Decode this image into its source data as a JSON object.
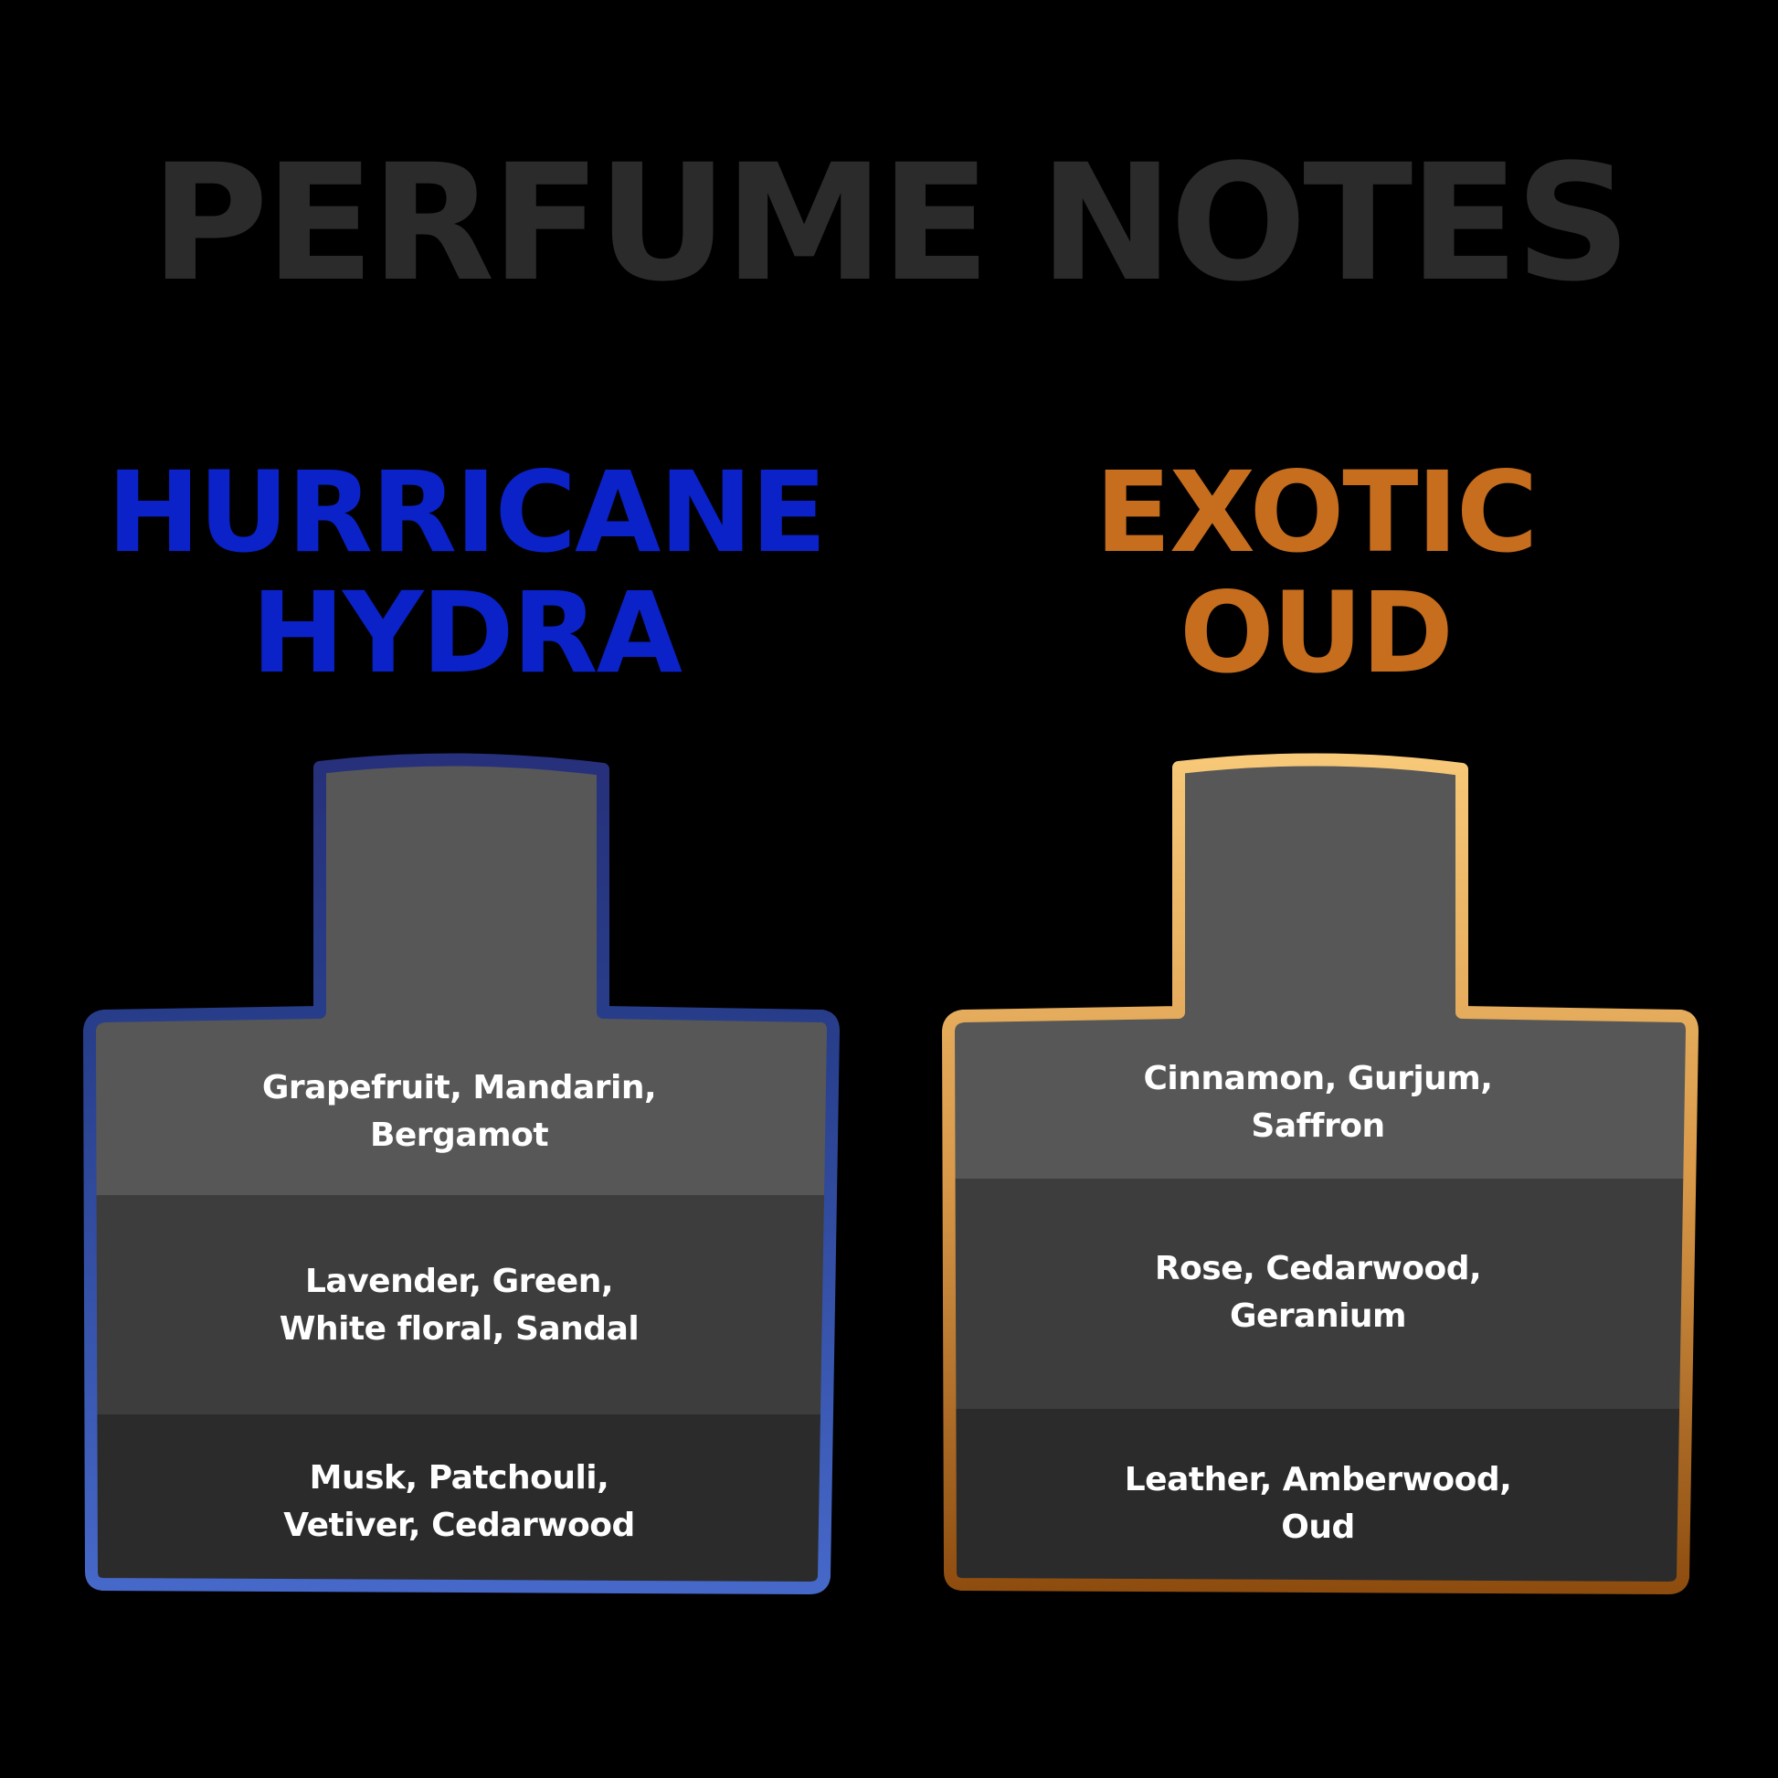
{
  "title": "PERFUME NOTES",
  "colors": {
    "background": "#000000",
    "title": "#2b2b2b",
    "hurricane_hydra": "#0a22c8",
    "exotic_oud": "#c66d1e",
    "top_band": "#575757",
    "middle_band": "#3d3d3d",
    "base_band": "#2b2b2b",
    "note_text": "#ffffff"
  },
  "products": [
    {
      "name_line1": "HURRICANE",
      "name_line2": "HYDRA",
      "notes": {
        "top": {
          "line1": "Grapefruit, Mandarin,",
          "line2": "Bergamot"
        },
        "middle": {
          "line1": "Lavender, Green,",
          "line2": "White floral, Sandal"
        },
        "base": {
          "line1": "Musk, Patchouli,",
          "line2": "Vetiver, Cedarwood"
        }
      }
    },
    {
      "name_line1": "EXOTIC",
      "name_line2": "OUD",
      "notes": {
        "top": {
          "line1": "Cinnamon, Gurjum,",
          "line2": "Saffron"
        },
        "middle": {
          "line1": "Rose, Cedarwood,",
          "line2": "Geranium"
        },
        "base": {
          "line1": "Leather, Amberwood,",
          "line2": "Oud"
        }
      }
    }
  ]
}
